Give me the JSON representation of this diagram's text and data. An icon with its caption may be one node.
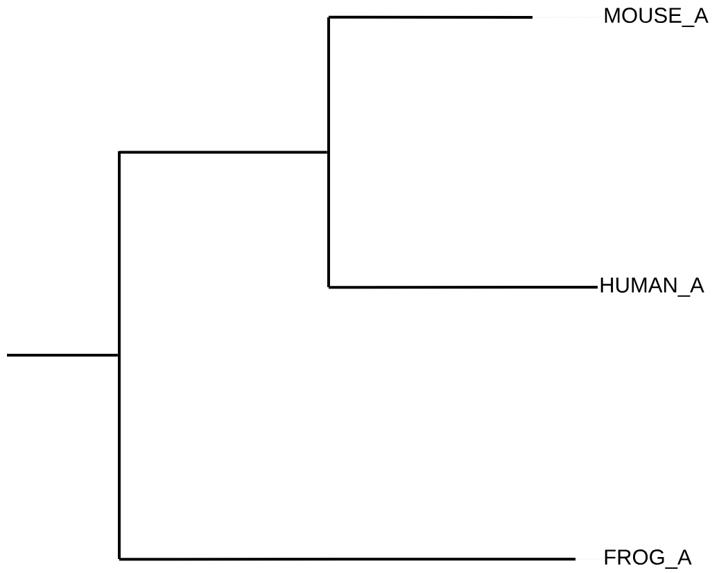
{
  "diagram": {
    "nodes": [
      {
        "text": [],
        "shape": "bar"
      },
      {
        "text": [],
        "shape": "bar"
      },
      {
        "text": [
          "MOUSE_A"
        ]
      },
      {
        "text": [
          "HUMAN_A"
        ]
      },
      {
        "text": [
          "FROG_A"
        ]
      }
    ],
    "edges": [
      {
        "from": null,
        "to": 0,
        "arrow": "none"
      },
      {
        "from": 0,
        "to": 1,
        "arrow": "none"
      },
      {
        "from": 1,
        "to": 2,
        "arrow": "none"
      },
      {
        "from": 1,
        "to": 3,
        "arrow": "none"
      },
      {
        "from": 0,
        "to": 4,
        "arrow": "none"
      }
    ]
  }
}
